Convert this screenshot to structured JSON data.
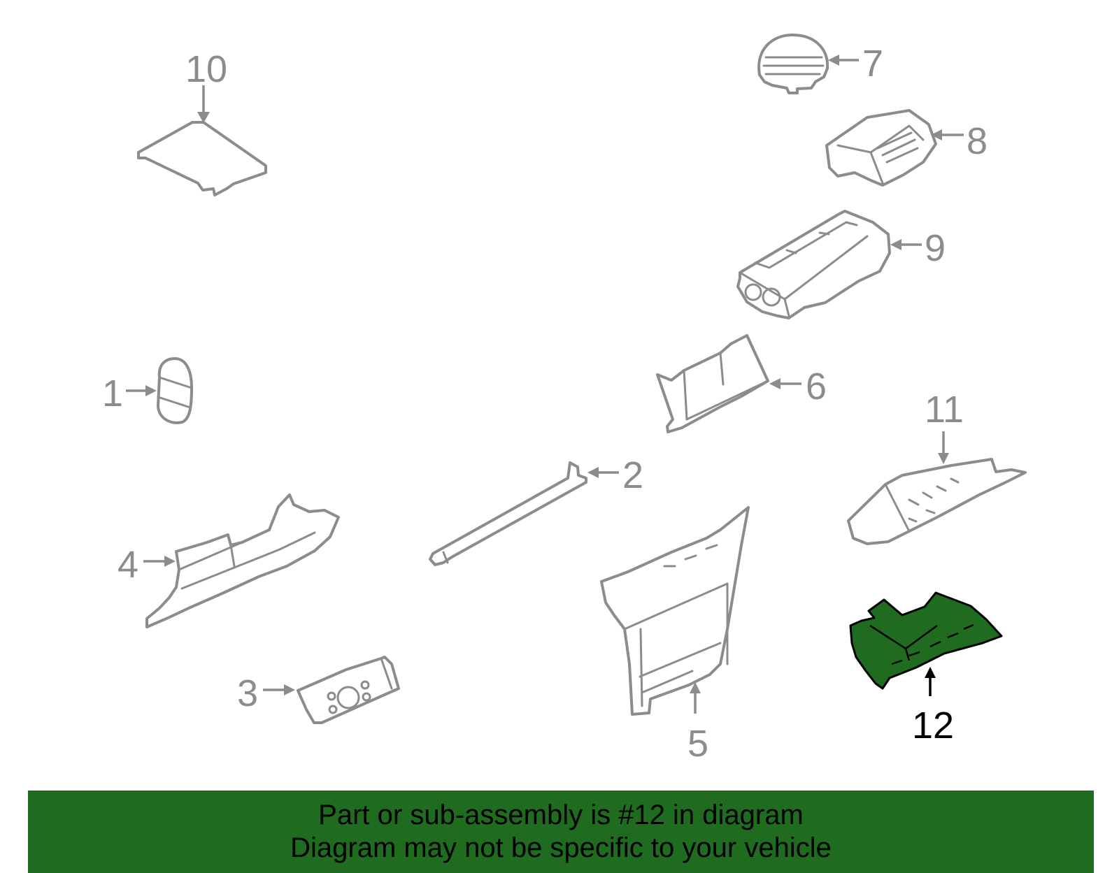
{
  "diagram": {
    "highlighted_part": "12",
    "callouts": {
      "c1": "1",
      "c2": "2",
      "c3": "3",
      "c4": "4",
      "c5": "5",
      "c6": "6",
      "c7": "7",
      "c8": "8",
      "c9": "9",
      "c10": "10",
      "c11": "11",
      "c12": "12"
    },
    "colors": {
      "part_outline": "#8c8c8c",
      "highlight_fill": "#1f6b1f",
      "banner_bg": "#1f6b1f",
      "highlight_outline": "#000000"
    }
  },
  "banner": {
    "line1": "Part or sub-assembly is #12 in diagram",
    "line2": "Diagram may not be specific to your vehicle"
  }
}
